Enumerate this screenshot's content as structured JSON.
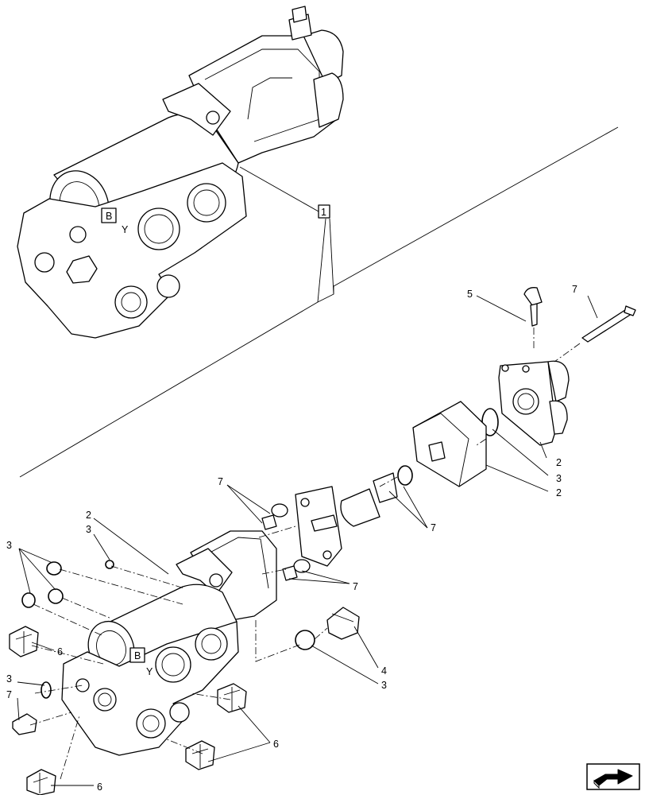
{
  "diagram": {
    "assembly_callout": "1",
    "callouts": [
      {
        "id": "c5",
        "text": "5"
      },
      {
        "id": "c7a",
        "text": "7"
      },
      {
        "id": "c2a",
        "text": "2"
      },
      {
        "id": "c3a",
        "text": "3"
      },
      {
        "id": "c2b",
        "text": "2"
      },
      {
        "id": "c7b",
        "text": "7"
      },
      {
        "id": "c7c",
        "text": "7"
      },
      {
        "id": "c7d",
        "text": "7"
      },
      {
        "id": "c2c",
        "text": "2"
      },
      {
        "id": "c3b",
        "text": "3"
      },
      {
        "id": "c3c",
        "text": "3"
      },
      {
        "id": "c6a",
        "text": "6"
      },
      {
        "id": "c3d",
        "text": "3"
      },
      {
        "id": "c7e",
        "text": "7"
      },
      {
        "id": "c4",
        "text": "4"
      },
      {
        "id": "c3e",
        "text": "3"
      },
      {
        "id": "c6b",
        "text": "6"
      },
      {
        "id": "c6c",
        "text": "6"
      }
    ],
    "port_markings": {
      "upper_b": "B",
      "upper_y": "Y",
      "lower_b": "B",
      "lower_y": "Y"
    }
  },
  "navigation": {
    "icon": "navigation-arrow-icon"
  }
}
